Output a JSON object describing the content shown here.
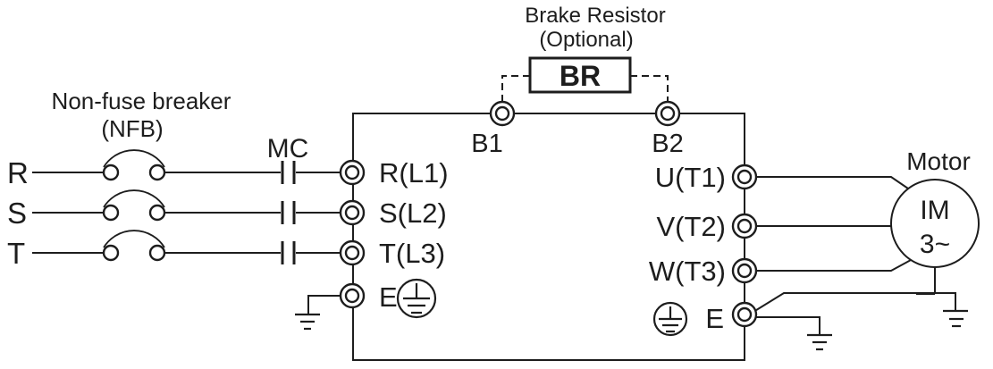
{
  "diagram": {
    "nfb": {
      "line1": "Non-fuse breaker",
      "line2": "(NFB)"
    },
    "phases": {
      "r": "R",
      "s": "S",
      "t": "T"
    },
    "mc_label": "MC",
    "brake_resistor": {
      "title": "Brake Resistor",
      "subtitle": "(Optional)",
      "box_label": "BR"
    },
    "terminals": {
      "b1": "B1",
      "b2": "B2",
      "input_r": "R(L1)",
      "input_s": "S(L2)",
      "input_t": "T(L3)",
      "input_e": "E",
      "output_u": "U(T1)",
      "output_v": "V(T2)",
      "output_w": "W(T3)",
      "output_e": "E"
    },
    "motor": {
      "title": "Motor",
      "line1": "IM",
      "line2": "3~"
    },
    "colors": {
      "line": "#1d1d1d",
      "background": "#ffffff"
    }
  }
}
